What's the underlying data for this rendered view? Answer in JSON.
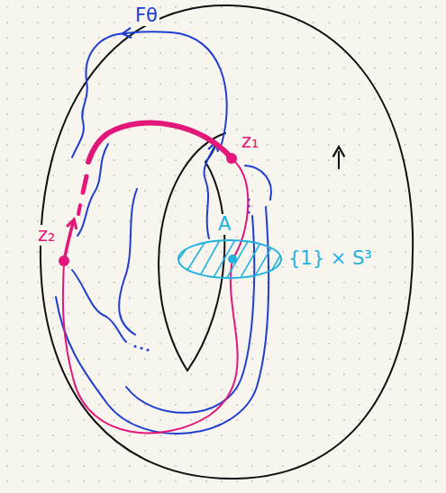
{
  "diagram": {
    "labels": [
      "Fθ",
      "z₁",
      "z₂",
      "A",
      "{1} × S³"
    ]
  }
}
